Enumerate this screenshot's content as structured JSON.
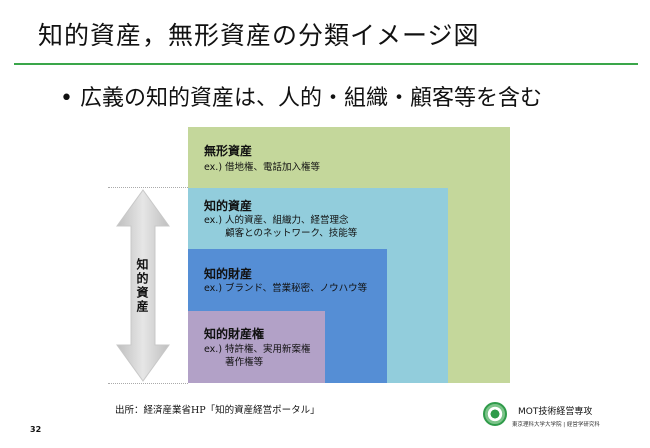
{
  "title": "知的資産，無形資産の分類イメージ図",
  "bullet": "• 広義の知的資産は、人的・組織・顧客等を含む",
  "boxes": [
    {
      "name": "無形資産",
      "example": "ex.) 借地権、電話加入権等",
      "color": "#c4d79b"
    },
    {
      "name": "知的資産",
      "example": "ex.) 人的資産、組織力、経営理念\n       顧客とのネットワーク、技能等",
      "color": "#92cddc"
    },
    {
      "name": "知的財産",
      "example": "ex.) ブランド、営業秘密、ノウハウ等",
      "color": "#558ed5"
    },
    {
      "name": "知的財産権",
      "example": "ex.) 特許権、実用新案権\n       著作権等",
      "color": "#b2a1c7"
    }
  ],
  "arrow_label": "知的資産",
  "source": "出所：経済産業省HP「知的資産経営ポータル」",
  "page_number": "32",
  "footer": {
    "dept": "MOT技術経営専攻",
    "school": "東京理科大学大学院 | 経営学研究科"
  }
}
